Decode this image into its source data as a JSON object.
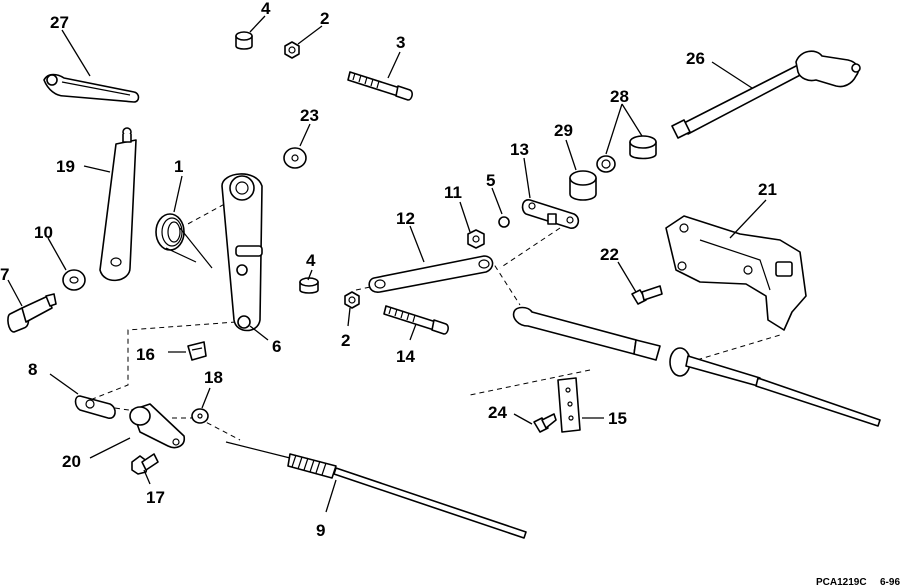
{
  "diagram": {
    "footer_code": "PCA1219C",
    "footer_date": "6-96",
    "callouts": [
      {
        "id": "c27",
        "text": "27"
      },
      {
        "id": "c4a",
        "text": "4"
      },
      {
        "id": "c2a",
        "text": "2"
      },
      {
        "id": "c3",
        "text": "3"
      },
      {
        "id": "c26",
        "text": "26"
      },
      {
        "id": "c23",
        "text": "23"
      },
      {
        "id": "c19",
        "text": "19"
      },
      {
        "id": "c1",
        "text": "1"
      },
      {
        "id": "c28",
        "text": "28"
      },
      {
        "id": "c29",
        "text": "29"
      },
      {
        "id": "c13",
        "text": "13"
      },
      {
        "id": "c5",
        "text": "5"
      },
      {
        "id": "c11",
        "text": "11"
      },
      {
        "id": "c21",
        "text": "21"
      },
      {
        "id": "c10",
        "text": "10"
      },
      {
        "id": "c12",
        "text": "12"
      },
      {
        "id": "c22",
        "text": "22"
      },
      {
        "id": "c7",
        "text": "7"
      },
      {
        "id": "c4b",
        "text": "4"
      },
      {
        "id": "c6",
        "text": "6"
      },
      {
        "id": "c2b",
        "text": "2"
      },
      {
        "id": "c14",
        "text": "14"
      },
      {
        "id": "c16",
        "text": "16"
      },
      {
        "id": "c8",
        "text": "8"
      },
      {
        "id": "c18",
        "text": "18"
      },
      {
        "id": "c24",
        "text": "24"
      },
      {
        "id": "c15",
        "text": "15"
      },
      {
        "id": "c20",
        "text": "20"
      },
      {
        "id": "c17",
        "text": "17"
      },
      {
        "id": "c9",
        "text": "9"
      }
    ]
  }
}
